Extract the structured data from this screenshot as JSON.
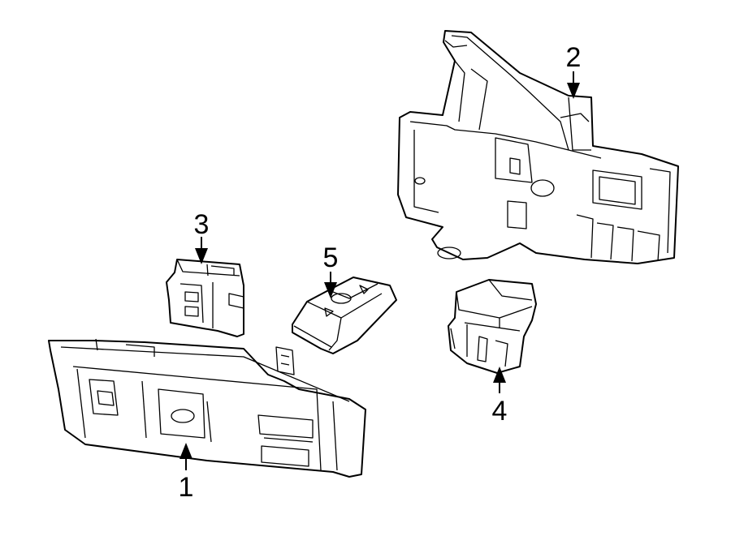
{
  "callouts": [
    {
      "id": "1",
      "label": "1"
    },
    {
      "id": "2",
      "label": "2"
    },
    {
      "id": "3",
      "label": "3"
    },
    {
      "id": "4",
      "label": "4"
    },
    {
      "id": "5",
      "label": "5"
    }
  ],
  "arrow_color": "#000000",
  "line_color": "#000000",
  "background": "#ffffff"
}
